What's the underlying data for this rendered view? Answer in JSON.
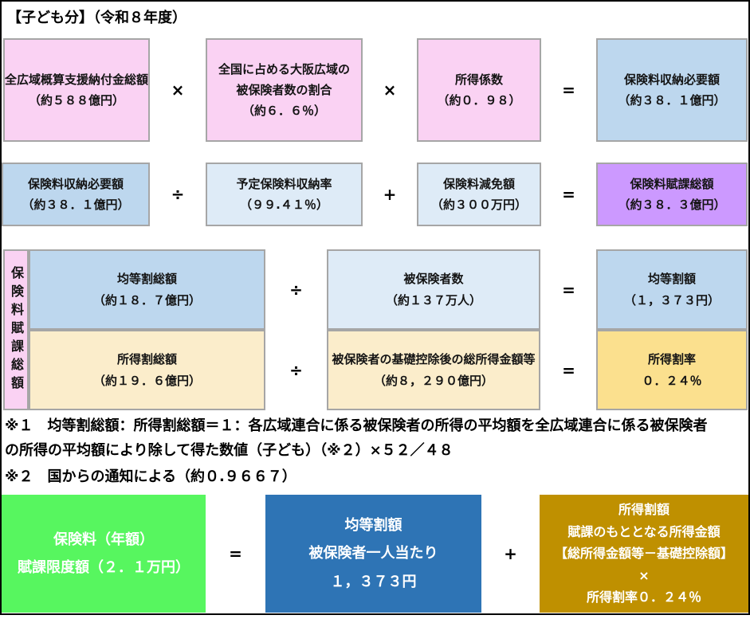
{
  "title": "【子ども分】（令和８年度）",
  "colors": {
    "pink": "#FAD2F3",
    "purple": "#CC99FF",
    "blue_mid": "#BDD7EE",
    "blue_light": "#DEEBF7",
    "cream": "#FBEDCB",
    "gold_light": "#FBE08E",
    "green": "#57F65F",
    "blue_dark": "#2E74B5",
    "gold_dark": "#BF9000",
    "border_gray": "#A6A6A6"
  },
  "row1": {
    "box1": {
      "l1": "全広域概算支援納付金総額",
      "l2": "（約５８８億円）"
    },
    "op1": "×",
    "box2": {
      "l1": "全国に占める大阪広域の",
      "l2": "被保険者数の割合",
      "l3": "（約６．６％）"
    },
    "op2": "×",
    "box3": {
      "l1": "所得係数",
      "l2": "（約０．９８）"
    },
    "op3": "=",
    "box4": {
      "l1": "保険料収納必要額",
      "l2": "（約３８．１億円）"
    }
  },
  "row2": {
    "box1": {
      "l1": "保険料収納必要額",
      "l2": "（約３８．１億円）"
    },
    "op1": "÷",
    "box2": {
      "l1": "予定保険料収納率",
      "l2": "（９９.４１％）"
    },
    "op2": "+",
    "box3": {
      "l1": "保険料減免額",
      "l2": "（約３００万円）"
    },
    "op3": "=",
    "box4": {
      "l1": "保険料賦課総額",
      "l2": "（約３８．３億円）"
    }
  },
  "row3": {
    "side_label": "保険料賦課総額",
    "top": {
      "left": {
        "l1": "均等割総額",
        "l2": "（約１８．７億円）"
      },
      "op1": "÷",
      "mid": {
        "l1": "被保険者数",
        "l2": "（約１３７万人）"
      },
      "op2": "=",
      "right": {
        "l1": "均等割額",
        "l2": "（１，３７３円）"
      }
    },
    "bottom": {
      "left": {
        "l1": "所得割総額",
        "l2": "（約１９．６億円）"
      },
      "op1": "÷",
      "mid": {
        "l1": "被保険者の基礎控除後の総所得金額等",
        "l2": "（約８，２９０億円）"
      },
      "op2": "=",
      "right": {
        "l1": "所得割率",
        "l2": "０．２４％"
      }
    }
  },
  "notes": {
    "n1_line1": "※１　均等割総額：所得割総額＝１：各広域連合に係る被保険者の所得の平均額を全広域連合に係る被保険者",
    "n1_line2": "の所得の平均額により除して得た数値（子ども）（※２）×５２／４８",
    "n2": "※２　国からの通知による（約０.９６６７）"
  },
  "bottom": {
    "green": {
      "l1": "保険料（年額）",
      "l2": "賦課限度額（２．１万円）"
    },
    "op1": "=",
    "blue": {
      "l1": "均等割額",
      "l2": "被保険者一人当たり",
      "l3": "１，３７３円"
    },
    "op2": "+",
    "gold": {
      "l1": "所得割額",
      "l2": "賦課のもととなる所得金額",
      "l3": "【総所得金額等－基礎控除額】",
      "l4": "×",
      "l5": "所得割率０．２４％"
    }
  }
}
